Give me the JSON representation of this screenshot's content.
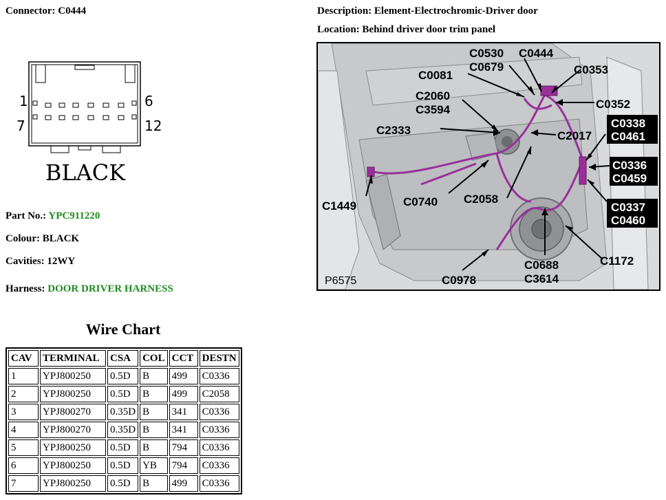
{
  "connector": {
    "label": "Connector:",
    "value": "C0444"
  },
  "description": {
    "label": "Description:",
    "value": "Element-Electrochromic-Driver door"
  },
  "location": {
    "label": "Location:",
    "value": "Behind driver door trim panel"
  },
  "pinout": {
    "pin_top_left": "1",
    "pin_top_right": "6",
    "pin_bottom_left": "7",
    "pin_bottom_right": "12",
    "colour_text": "BLACK"
  },
  "part_no": {
    "label": "Part No.:",
    "value": "YPC911220"
  },
  "colour": {
    "label": "Colour:",
    "value": "BLACK"
  },
  "cavities": {
    "label": "Cavities:",
    "value": "12WY"
  },
  "harness": {
    "label": "Harness:",
    "value": "DOOR DRIVER HARNESS"
  },
  "wire_chart": {
    "title": "Wire Chart",
    "headers": [
      "CAV",
      "TERMINAL",
      "CSA",
      "COL",
      "CCT",
      "DESTN"
    ],
    "rows": [
      [
        "1",
        "YPJ800250",
        "0.5D",
        "B",
        "499",
        "C0336"
      ],
      [
        "2",
        "YPJ800250",
        "0.5D",
        "B",
        "499",
        "C2058"
      ],
      [
        "3",
        "YPJ800270",
        "0.35D",
        "B",
        "341",
        "C0336"
      ],
      [
        "4",
        "YPJ800270",
        "0.35D",
        "B",
        "341",
        "C0336"
      ],
      [
        "5",
        "YPJ800250",
        "0.5D",
        "B",
        "794",
        "C0336"
      ],
      [
        "6",
        "YPJ800250",
        "0.5D",
        "YB",
        "794",
        "C0336"
      ],
      [
        "7",
        "YPJ800250",
        "0.5D",
        "B",
        "499",
        "C0336"
      ]
    ]
  },
  "photo": {
    "figure_id": "P6575",
    "callouts": {
      "c0530": "C0530",
      "c0444": "C0444",
      "c0679": "C0679",
      "c0353": "C0353",
      "c0081": "C0081",
      "c2060": "C2060",
      "c3594": "C3594",
      "c0352": "C0352",
      "c2333": "C2333",
      "c2017": "C2017",
      "c1449": "C1449",
      "c0740": "C0740",
      "c2058": "C2058",
      "c0978": "C0978",
      "c0688": "C0688",
      "c3614": "C3614",
      "c1172": "C1172",
      "c0338": "C0338",
      "c0461": "C0461",
      "c0336": "C0336",
      "c0459": "C0459",
      "c0337": "C0337",
      "c0460": "C0460"
    },
    "harness_color": "#9a2f9c"
  }
}
